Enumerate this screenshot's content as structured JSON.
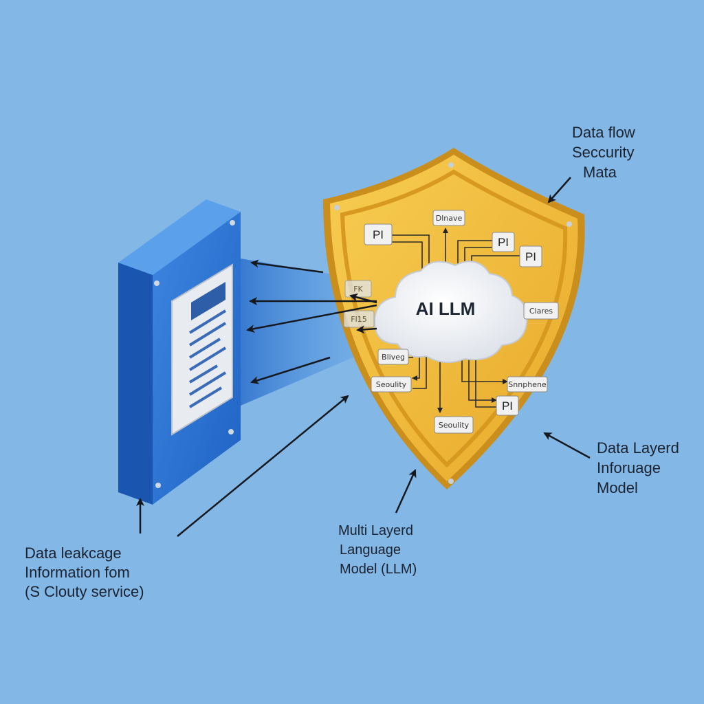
{
  "labels": {
    "top_right": [
      "Data flow",
      "Seccurity",
      "Mata"
    ],
    "right": [
      "Data Layerd",
      "Inforuage",
      "Model"
    ],
    "bottom_center": [
      "Multi Layerd",
      "Language",
      "Model (LLM)"
    ],
    "bottom_left": [
      "Data leakcage",
      "Information fom",
      "(S Clouty service)"
    ]
  },
  "cloud": {
    "label": "AI LLM"
  },
  "tags": {
    "pi_1": "PI",
    "pi_2": "PI",
    "pi_3": "PI",
    "pi_4": "PI",
    "dnave": "Dlnave",
    "clares": "Clares",
    "bliveg": "Bliveg",
    "seculity_left": "Seoulity",
    "snnphene": "Snnphene",
    "seculity_bottom": "Seoulity",
    "fk": "FK",
    "fi15": "FI15"
  },
  "colors": {
    "background": "#83b7e6",
    "shield": "#f2bd3c",
    "shield_edge": "#c98e1c",
    "server": "#2a73d4",
    "cloud": "#f3f5f8"
  }
}
